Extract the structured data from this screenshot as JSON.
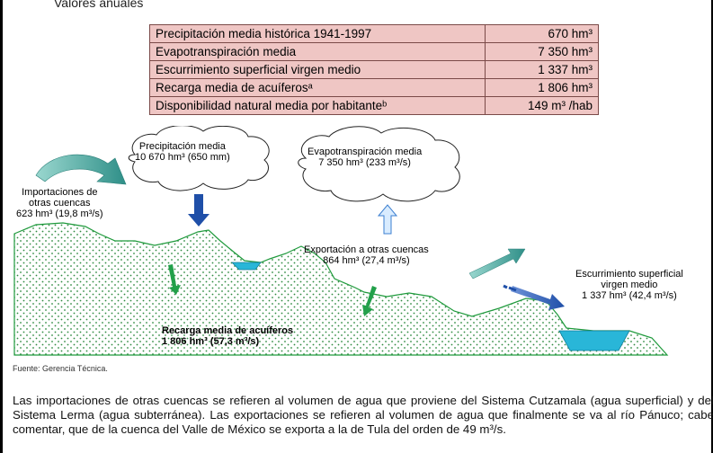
{
  "section_title": "Valores anuales",
  "table": {
    "rows": [
      {
        "label": "Precipitación media histórica 1941-1997",
        "value": "670 hm³"
      },
      {
        "label": "Evapotranspiración media",
        "value": "7 350 hm³"
      },
      {
        "label": "Escurrimiento superficial virgen medio",
        "value": "1 337 hm³"
      },
      {
        "label": "Recarga media de acuíferosᵃ",
        "value": "1 806 hm³"
      },
      {
        "label": "Disponibilidad natural media por habitanteᵇ",
        "value": "149 m³ /hab"
      }
    ]
  },
  "diagram": {
    "precipitation": {
      "line1": "Precipitación media",
      "line2": "10 670 hm³ (650 mm)"
    },
    "evapotranspiration": {
      "line1": "Evapotranspiración media",
      "line2": "7 350 hm³ (233 m³/s)"
    },
    "imports": {
      "line1": "Importaciones de",
      "line2": "otras cuencas",
      "line3": "623 hm³ (19,8 m³/s)"
    },
    "exports": {
      "line1": "Exportación a otras cuencas",
      "line2": "864 hm³ (27,4 m³/s)"
    },
    "runoff": {
      "line1": "Escurrimiento superficial",
      "line2": "virgen medio",
      "line3": "1 337 hm³ (42,4 m³/s)"
    },
    "recharge": {
      "line1": "Recarga media de acuíferos",
      "line2": "1 806 hm³ (57,3 m³/s)"
    },
    "colors": {
      "terrain_border": "#1f9a3c",
      "terrain_dots": "#2e8b40",
      "water": "#29b6d8",
      "arrow_blue": "#1f4fa8",
      "arrow_teal": "#3aa6a0",
      "arrow_green": "#22a04a"
    }
  },
  "source": "Fuente: Gerencia Técnica.",
  "paragraph": "Las importaciones de otras cuencas se refieren al volumen de agua que proviene del Sistema Cutzamala (agua superficial) y del Sistema Lerma (agua subterránea). Las exportaciones se refieren al volumen de agua que finalmente se va al río Pánuco; cabe comentar, que de la cuenca del Valle de México se exporta a la de Tula del orden de 49 m³/s."
}
